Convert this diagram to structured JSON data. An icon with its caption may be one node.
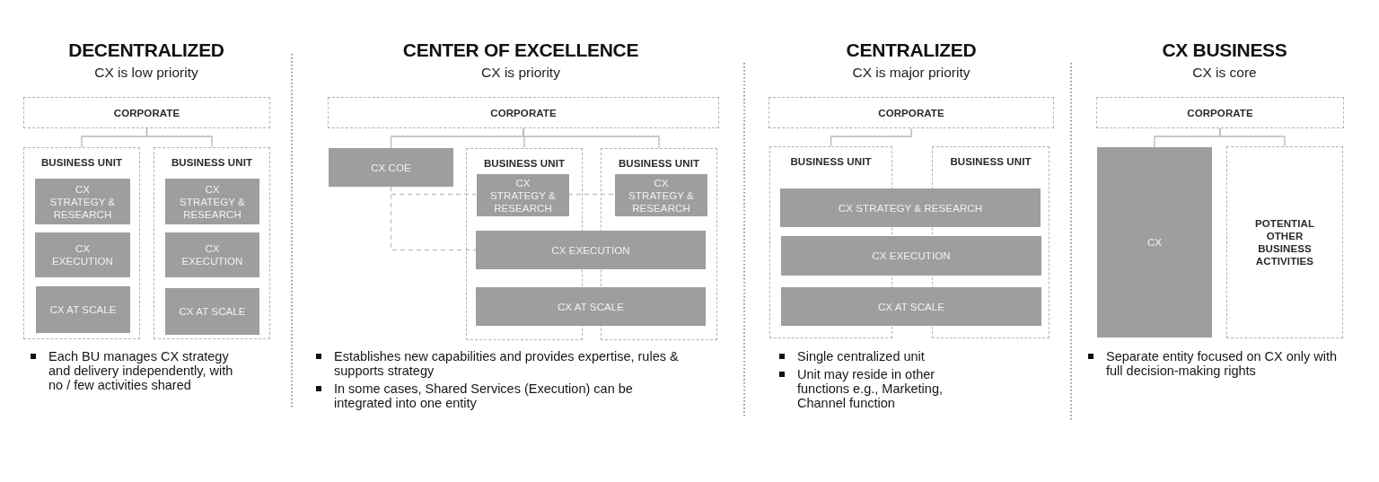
{
  "diagram": {
    "nodes": [
      {
        "text": [
          "CORPORATE"
        ]
      },
      {
        "text": [
          "BUSINESS UNIT"
        ]
      },
      {
        "text": [
          "CX STRATEGY & RESEARCH"
        ],
        "in": 1
      },
      {
        "text": [
          "CX EXECUTION"
        ],
        "in": 1
      },
      {
        "text": [
          "CX AT SCALE"
        ],
        "in": 1
      },
      {
        "text": [
          "BUSINESS UNIT"
        ]
      },
      {
        "text": [
          "CX STRATEGY & RESEARCH"
        ],
        "in": 5
      },
      {
        "text": [
          "CX EXECUTION"
        ],
        "in": 5
      },
      {
        "text": [
          "CX AT SCALE"
        ],
        "in": 5
      },
      {
        "text": [
          "CORPORATE"
        ]
      },
      {
        "text": [
          "CX COE"
        ]
      },
      {
        "text": [
          "BUSINESS UNIT"
        ]
      },
      {
        "text": [
          "CX STRATEGY & RESEARCH"
        ],
        "in": 11
      },
      {
        "text": [
          "BUSINESS UNIT"
        ]
      },
      {
        "text": [
          "CX STRATEGY & RESEARCH"
        ],
        "in": 13
      },
      {
        "text": [
          "CX EXECUTION"
        ]
      },
      {
        "text": [
          "CX AT SCALE"
        ]
      },
      {
        "text": [
          "CORPORATE"
        ]
      },
      {
        "text": [
          "BUSINESS UNIT"
        ]
      },
      {
        "text": [
          "BUSINESS UNIT"
        ]
      },
      {
        "text": [
          "CX STRATEGY & RESEARCH"
        ]
      },
      {
        "text": [
          "CX EXECUTION"
        ]
      },
      {
        "text": [
          "CX AT SCALE"
        ]
      },
      {
        "text": [
          "CORPORATE"
        ]
      },
      {
        "text": [
          "CX"
        ]
      },
      {
        "text": [
          "POTENTIAL OTHER BUSINESS ACTIVITIES"
        ]
      }
    ],
    "edges": [
      {
        "from": 0,
        "to": 1,
        "arrow": "none"
      },
      {
        "from": 0,
        "to": 5,
        "arrow": "none"
      },
      {
        "from": 9,
        "to": 10,
        "arrow": "none"
      },
      {
        "from": 9,
        "to": 11,
        "arrow": "none"
      },
      {
        "from": 9,
        "to": 13,
        "arrow": "none"
      },
      {
        "from": 10,
        "to": 12,
        "arrow": "none",
        "style": "dashed"
      },
      {
        "from": 12,
        "to": 14,
        "arrow": "none",
        "style": "dashed"
      },
      {
        "from": 10,
        "to": 15,
        "arrow": "none",
        "style": "dashed"
      },
      {
        "from": 17,
        "to": 18,
        "arrow": "none"
      },
      {
        "from": 23,
        "to": 24,
        "arrow": "none"
      },
      {
        "from": 23,
        "to": 25,
        "arrow": "none"
      }
    ],
    "labels": [
      "DECENTRALIZED",
      "CX is low priority",
      "Each BU manages CX strategy and delivery independently, with no / few activities shared",
      "CENTER OF EXCELLENCE",
      "CX is priority",
      "Establishes new capabilities and provides expertise, rules & supports strategy",
      "In some cases, Shared Services (Execution) can be integrated into one entity",
      "CENTRALIZED",
      "CX is major priority",
      "Single centralized unit",
      "Unit may reside in other functions e.g., Marketing, Channel function",
      "CX BUSINESS",
      "CX is core",
      "Separate entity focused on CX only with full decision-making rights"
    ]
  }
}
